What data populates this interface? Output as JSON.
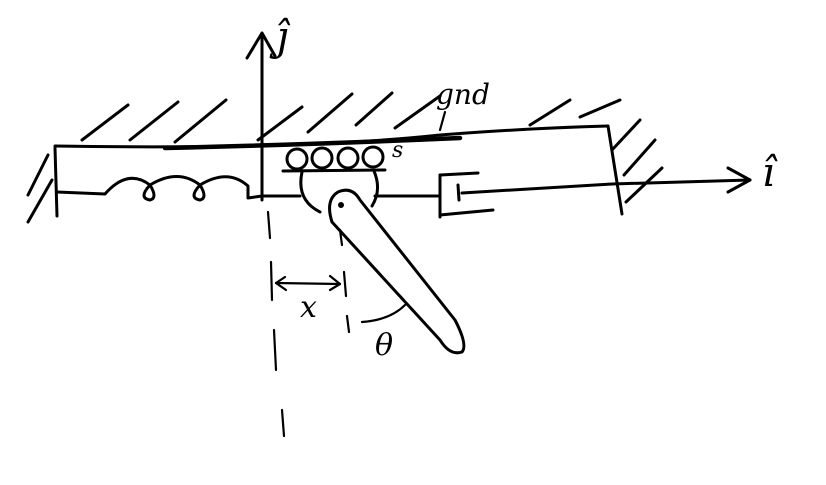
{
  "diagram": {
    "type": "hand-drawn mechanism sketch",
    "labels": {
      "j_axis": "ĵ",
      "i_axis": "î",
      "ground": "gnd",
      "bearing": "s",
      "displacement": "x",
      "angle": "θ"
    },
    "components": [
      "ground-hatching",
      "spring",
      "roller-bearing",
      "cart-block",
      "pendulum-arm",
      "damper",
      "wall"
    ]
  }
}
